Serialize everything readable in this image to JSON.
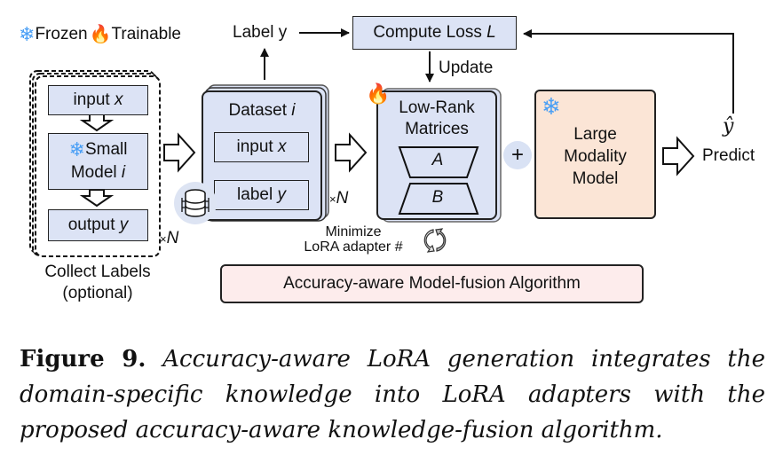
{
  "legend": {
    "frozen_icon": "snowflake-icon",
    "frozen_label": "Frozen",
    "trainable_icon": "flame-icon",
    "trainable_label": "Trainable"
  },
  "collect": {
    "input_label": "input",
    "input_var": "x",
    "model_label_1": "Small",
    "model_label_2": "Model",
    "model_var": "i",
    "output_label": "output",
    "output_var": "y",
    "times": "×",
    "times_var": "N",
    "caption_1": "Collect Labels",
    "caption_2": "(optional)"
  },
  "dataset": {
    "title": "Dataset",
    "title_var": "i",
    "input_label": "input",
    "input_var": "x",
    "label_label": "label",
    "label_var": "y",
    "times": "×",
    "times_var": "N",
    "icon": "database-icon"
  },
  "top": {
    "label_y": "Label y",
    "loss_label": "Compute Loss",
    "loss_var": "L",
    "update_label": "Update"
  },
  "lora": {
    "title_1": "Low-Rank",
    "title_2": "Matrices",
    "matrix_a": "A",
    "matrix_b": "B",
    "minimize_1": "Minimize",
    "minimize_2": "LoRA adapter #",
    "plus": "+"
  },
  "large_model": {
    "line_1": "Large",
    "line_2": "Modality",
    "line_3": "Model"
  },
  "predict": {
    "label": "Predict",
    "y_hat": "ŷ"
  },
  "algorithm": {
    "label": "Accuracy-aware Model-fusion Algorithm"
  },
  "caption": {
    "figure_label": "Figure 9.",
    "text": "Accuracy-aware LoRA generation integrates the domain-specific knowledge into LoRA adapters with the proposed accuracy-aware knowledge-fusion algorithm."
  },
  "colors": {
    "box_blue": "#dce3f5",
    "box_peach": "#fbe5d6",
    "box_pink": "#fdecec",
    "snowflake": "#4a9ff5",
    "plus_circle": "#d9e2f4"
  }
}
